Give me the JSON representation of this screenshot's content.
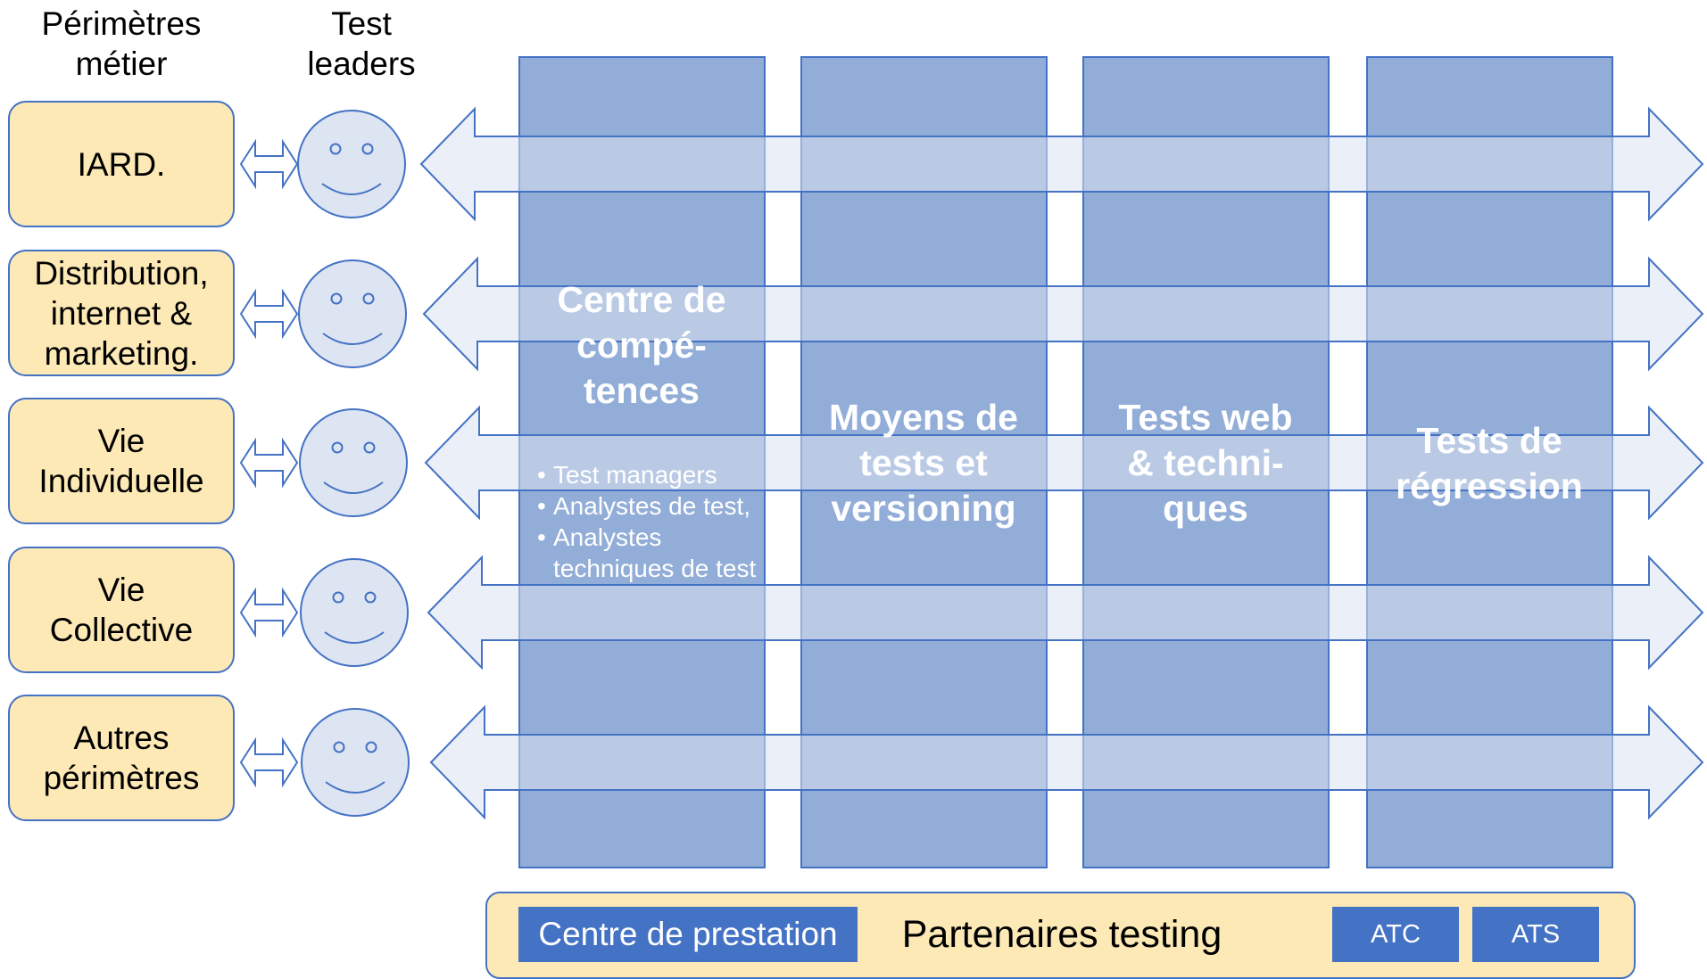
{
  "headers": {
    "perimetres": "Périmètres\nmétier",
    "test_leaders": "Test\nleaders"
  },
  "perimeters": [
    "IARD.",
    "Distribution,\ninternet &\nmarketing.",
    "Vie\nIndividuelle",
    "Vie\nCollective",
    "Autres\npérimètres"
  ],
  "columns": [
    {
      "title": "Centre de\ncompé-\ntences",
      "bullets": [
        "Test managers",
        "Analystes de test,",
        "Analystes techniques de test"
      ]
    },
    {
      "title": "Moyens de\ntests et\nversioning"
    },
    {
      "title": "Tests web\n& techni-\nques"
    },
    {
      "title": "Tests de\nrégression"
    }
  ],
  "bottom": {
    "centre_prestation": "Centre de prestation",
    "partenaires": "Partenaires testing",
    "tags": [
      "ATC",
      "ATS"
    ]
  },
  "colors": {
    "column_fill": "#7f9fd0",
    "column_stroke": "#4472c4",
    "arrow_fill": "#dbe2f1",
    "box_fill": "#fde9b5",
    "accent": "#4472c4",
    "smiley_fill": "#dde4f2"
  },
  "icons": [
    "smiley-icon",
    "double-arrow-icon"
  ]
}
